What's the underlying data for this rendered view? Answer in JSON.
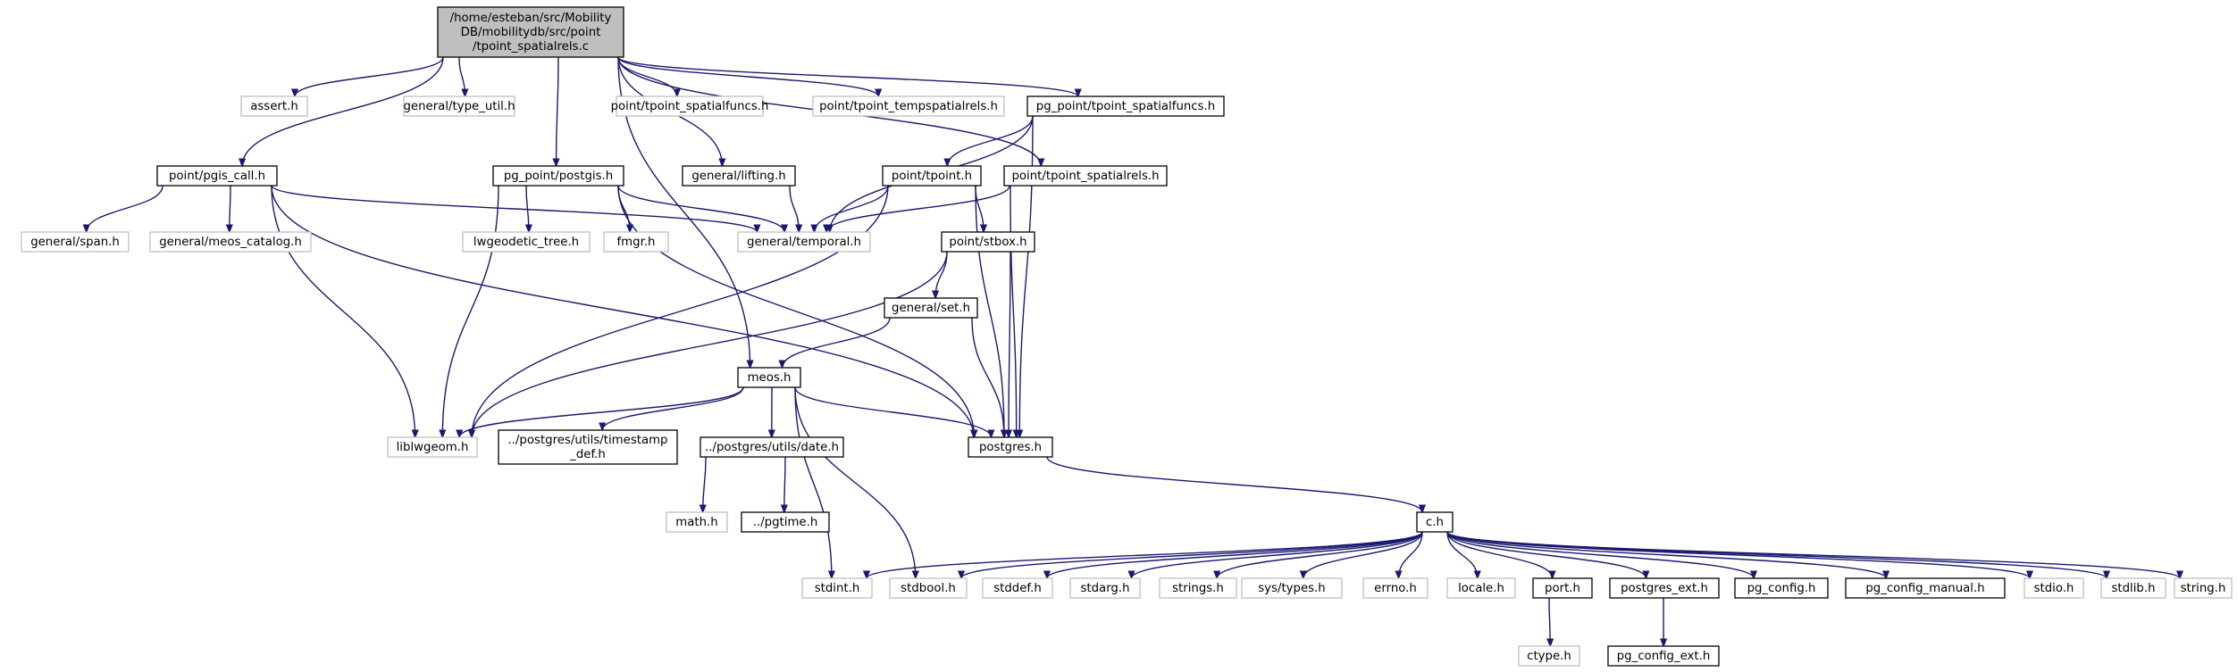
{
  "root": {
    "label_lines": [
      "/home/esteban/src/Mobility",
      "DB/mobilitydb/src/point",
      "/tpoint_spatialrels.c"
    ]
  },
  "nodes": [
    {
      "id": "assert",
      "label": "assert.h",
      "kind": "external"
    },
    {
      "id": "type_util",
      "label": "general/type_util.h",
      "kind": "external"
    },
    {
      "id": "tpoint_spatialfuncs_h",
      "label": "point/tpoint_spatialfuncs.h",
      "kind": "external"
    },
    {
      "id": "tpoint_tempspatialrels",
      "label": "point/tpoint_tempspatialrels.h",
      "kind": "external"
    },
    {
      "id": "pg_tpoint_spatialfuncs",
      "label": "pg_point/tpoint_spatialfuncs.h",
      "kind": "internal"
    },
    {
      "id": "pgis_call",
      "label": "point/pgis_call.h",
      "kind": "internal"
    },
    {
      "id": "pg_postgis",
      "label": "pg_point/postgis.h",
      "kind": "internal"
    },
    {
      "id": "lifting",
      "label": "general/lifting.h",
      "kind": "internal"
    },
    {
      "id": "tpoint",
      "label": "point/tpoint.h",
      "kind": "internal"
    },
    {
      "id": "tpoint_spatialrels_h",
      "label": "point/tpoint_spatialrels.h",
      "kind": "internal"
    },
    {
      "id": "span",
      "label": "general/span.h",
      "kind": "external"
    },
    {
      "id": "meos_catalog",
      "label": "general/meos_catalog.h",
      "kind": "external"
    },
    {
      "id": "lwgeodetic",
      "label": "lwgeodetic_tree.h",
      "kind": "external"
    },
    {
      "id": "fmgr",
      "label": "fmgr.h",
      "kind": "external"
    },
    {
      "id": "temporal",
      "label": "general/temporal.h",
      "kind": "external"
    },
    {
      "id": "stbox",
      "label": "point/stbox.h",
      "kind": "internal"
    },
    {
      "id": "set",
      "label": "general/set.h",
      "kind": "internal"
    },
    {
      "id": "meos",
      "label": "meos.h",
      "kind": "internal"
    },
    {
      "id": "liblwgeom",
      "label": "liblwgeom.h",
      "kind": "external"
    },
    {
      "id": "timestamp_def",
      "label": "../postgres/utils/timestamp\n_def.h",
      "kind": "internal"
    },
    {
      "id": "date",
      "label": "../postgres/utils/date.h",
      "kind": "internal"
    },
    {
      "id": "postgres",
      "label": "postgres.h",
      "kind": "internal"
    },
    {
      "id": "math",
      "label": "math.h",
      "kind": "external"
    },
    {
      "id": "pgtime",
      "label": "../pgtime.h",
      "kind": "internal"
    },
    {
      "id": "c",
      "label": "c.h",
      "kind": "internal"
    },
    {
      "id": "stdint",
      "label": "stdint.h",
      "kind": "external"
    },
    {
      "id": "stdbool",
      "label": "stdbool.h",
      "kind": "external"
    },
    {
      "id": "stddef",
      "label": "stddef.h",
      "kind": "external"
    },
    {
      "id": "stdarg",
      "label": "stdarg.h",
      "kind": "external"
    },
    {
      "id": "strings",
      "label": "strings.h",
      "kind": "external"
    },
    {
      "id": "systypes",
      "label": "sys/types.h",
      "kind": "external"
    },
    {
      "id": "errno",
      "label": "errno.h",
      "kind": "external"
    },
    {
      "id": "locale",
      "label": "locale.h",
      "kind": "external"
    },
    {
      "id": "port",
      "label": "port.h",
      "kind": "internal"
    },
    {
      "id": "postgres_ext",
      "label": "postgres_ext.h",
      "kind": "internal"
    },
    {
      "id": "pg_config",
      "label": "pg_config.h",
      "kind": "internal"
    },
    {
      "id": "pg_config_manual",
      "label": "pg_config_manual.h",
      "kind": "internal"
    },
    {
      "id": "stdio",
      "label": "stdio.h",
      "kind": "external"
    },
    {
      "id": "stdlib",
      "label": "stdlib.h",
      "kind": "external"
    },
    {
      "id": "string",
      "label": "string.h",
      "kind": "external"
    },
    {
      "id": "ctype",
      "label": "ctype.h",
      "kind": "external"
    },
    {
      "id": "pg_config_ext",
      "label": "pg_config_ext.h",
      "kind": "internal"
    }
  ],
  "edges": [
    [
      "root",
      "assert"
    ],
    [
      "root",
      "type_util"
    ],
    [
      "root",
      "tpoint_spatialfuncs_h"
    ],
    [
      "root",
      "tpoint_tempspatialrels"
    ],
    [
      "root",
      "pg_tpoint_spatialfuncs"
    ],
    [
      "root",
      "pgis_call"
    ],
    [
      "root",
      "pg_postgis"
    ],
    [
      "root",
      "lifting"
    ],
    [
      "root",
      "tpoint_spatialrels_h"
    ],
    [
      "root",
      "meos"
    ],
    [
      "pgis_call",
      "span"
    ],
    [
      "pgis_call",
      "meos_catalog"
    ],
    [
      "pgis_call",
      "temporal"
    ],
    [
      "pgis_call",
      "liblwgeom"
    ],
    [
      "pgis_call",
      "postgres"
    ],
    [
      "pg_postgis",
      "lwgeodetic"
    ],
    [
      "pg_postgis",
      "fmgr"
    ],
    [
      "pg_postgis",
      "temporal"
    ],
    [
      "pg_postgis",
      "liblwgeom"
    ],
    [
      "pg_postgis",
      "postgres"
    ],
    [
      "lifting",
      "temporal"
    ],
    [
      "pg_tpoint_spatialfuncs",
      "tpoint"
    ],
    [
      "pg_tpoint_spatialfuncs",
      "temporal"
    ],
    [
      "pg_tpoint_spatialfuncs",
      "postgres"
    ],
    [
      "tpoint",
      "temporal"
    ],
    [
      "tpoint",
      "stbox"
    ],
    [
      "tpoint",
      "liblwgeom"
    ],
    [
      "tpoint",
      "postgres"
    ],
    [
      "tpoint_spatialrels_h",
      "temporal"
    ],
    [
      "tpoint_spatialrels_h",
      "postgres"
    ],
    [
      "stbox",
      "set"
    ],
    [
      "stbox",
      "liblwgeom"
    ],
    [
      "stbox",
      "postgres"
    ],
    [
      "set",
      "meos"
    ],
    [
      "set",
      "postgres"
    ],
    [
      "meos",
      "liblwgeom"
    ],
    [
      "meos",
      "timestamp_def"
    ],
    [
      "meos",
      "date"
    ],
    [
      "meos",
      "postgres"
    ],
    [
      "meos",
      "stdint"
    ],
    [
      "meos",
      "stdbool"
    ],
    [
      "date",
      "math"
    ],
    [
      "date",
      "pgtime"
    ],
    [
      "postgres",
      "c"
    ],
    [
      "c",
      "stdint"
    ],
    [
      "c",
      "stdbool"
    ],
    [
      "c",
      "stddef"
    ],
    [
      "c",
      "stdarg"
    ],
    [
      "c",
      "strings"
    ],
    [
      "c",
      "systypes"
    ],
    [
      "c",
      "errno"
    ],
    [
      "c",
      "locale"
    ],
    [
      "c",
      "port"
    ],
    [
      "c",
      "postgres_ext"
    ],
    [
      "c",
      "pg_config"
    ],
    [
      "c",
      "pg_config_manual"
    ],
    [
      "c",
      "stdio"
    ],
    [
      "c",
      "stdlib"
    ],
    [
      "c",
      "string"
    ],
    [
      "port",
      "ctype"
    ],
    [
      "postgres_ext",
      "pg_config_ext"
    ]
  ]
}
